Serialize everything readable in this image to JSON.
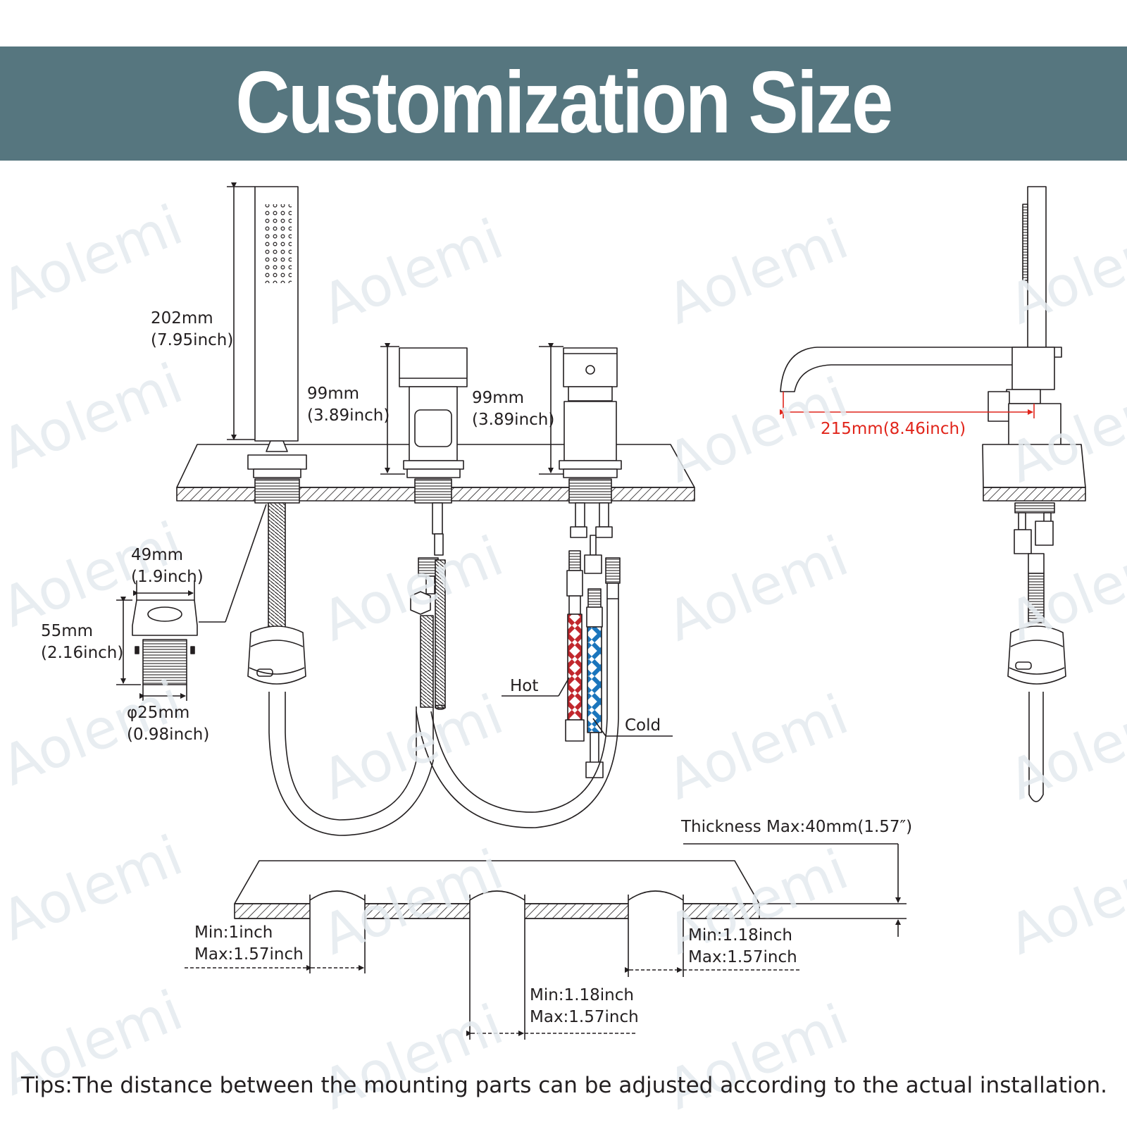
{
  "title": "Customization Size",
  "watermark": "Aolemi",
  "accent_color": "#56767f",
  "hot_color": "#c1272d",
  "cold_color": "#1b75bc",
  "dimension_color": "#e1251b",
  "labels": {
    "handshower_height_mm": "202mm",
    "handshower_height_in": "(7.95inch)",
    "handle_left_height_mm": "99mm",
    "handle_left_height_in": "(3.89inch)",
    "handle_right_height_mm": "99mm",
    "handle_right_height_in": "(3.89inch)",
    "base_width_mm": "49mm",
    "base_width_in": "(1.9inch)",
    "base_height_mm": "55mm",
    "base_height_in": "(2.16inch)",
    "thread_dia_mm": "φ25mm",
    "thread_dia_in": "(0.98inch)",
    "hot": "Hot",
    "cold": "Cold",
    "spout_reach": "215mm(8.46inch)",
    "thickness": "Thickness Max:40mm(1.57″)",
    "hole_left_min": "Min:1inch",
    "hole_left_max": "Max:1.57inch",
    "hole_right_min": "Min:1.18inch",
    "hole_right_max": "Max:1.57inch",
    "hole_mid_min": "Min:1.18inch",
    "hole_mid_max": "Max:1.57inch"
  },
  "tips": "Tips:The distance between the mounting parts can be adjusted according to the actual installation."
}
